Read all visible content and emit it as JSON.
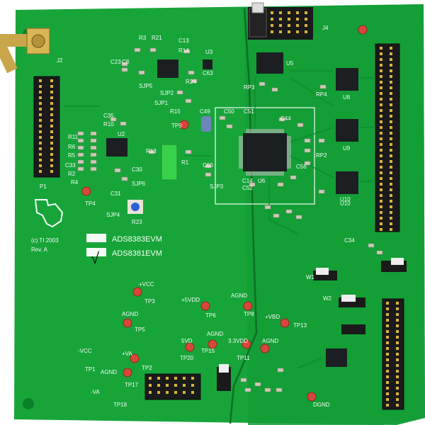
{
  "board": {
    "copyright": "(c) TI 2003",
    "revision": "Rev. A",
    "model_option_1": "ADS8383EVM",
    "model_option_2": "ADS8381EVM",
    "check_mark": "√",
    "connectors": {
      "j2": "J2",
      "p1": "P1",
      "j4": "J4"
    },
    "chips": {
      "u2": "U2",
      "u3": "U3",
      "u5": "U5",
      "u8": "U8",
      "u9": "U9",
      "u10": "U10"
    },
    "test_points": {
      "vcc_pos": "+VCC",
      "tp3": "TP3",
      "agnd_1": "AGND",
      "tp5": "TP5",
      "vcc_neg": "-VCC",
      "tp1": "TP1",
      "va_pos": "+VA",
      "tp2": "TP2",
      "agnd_2": "AGND",
      "tp17": "TP17",
      "va_neg": "-VA",
      "tp18": "TP18",
      "tp4": "TP4",
      "vdd5": "+5VDD",
      "tp6": "TP6",
      "agnd_3": "AGND",
      "tp8": "TP8",
      "vbd": "+VBD",
      "tp13": "TP13",
      "vd5": "5VD",
      "tp20": "TP20",
      "agnd_4": "AGND",
      "tp15": "TP15",
      "vdd3": "3.3VDD",
      "tp11": "TP11",
      "agnd_5": "AGND",
      "dgnd": "DGND"
    },
    "refdes": {
      "r3": "R3",
      "r21": "R21",
      "c13": "C13",
      "r14": "R14",
      "sjp5": "SJP5",
      "c23": "C23",
      "c8": "C8",
      "c63": "C63",
      "r24": "R24",
      "sjp2": "SJP2",
      "sjp1": "SJP1",
      "r15": "R15",
      "tp9": "TP9",
      "c49": "C49",
      "c50": "C50",
      "c51": "C51",
      "c44": "C44",
      "c35": "C35",
      "r10": "R10",
      "r11": "R11",
      "r6": "R6",
      "r5": "R5",
      "c33": "C33",
      "r2": "R2",
      "r4": "R4",
      "r13": "R13",
      "r1": "R1",
      "c30": "C30",
      "c60": "C60",
      "sjp6": "SJP6",
      "c31": "C31",
      "sjp4": "SJP4",
      "r23": "R23",
      "sjp3": "SJP3",
      "c52": "C52",
      "rp2": "RP2",
      "rp3": "RP3",
      "rp4": "RP4",
      "c56": "C56",
      "c14": "C14",
      "u6": "U6",
      "w1": "W1",
      "w2": "W2",
      "c34": "C34",
      "u10b": "U10"
    }
  },
  "colors": {
    "pcb": "#17a53a",
    "pcb_dark": "#0c7f2a",
    "silkscreen": "#f4fbf4",
    "chip": "#1c1f22",
    "header_pin": "#d9b43a",
    "test_point": "#d9473a",
    "inductor": "#38d24a"
  }
}
